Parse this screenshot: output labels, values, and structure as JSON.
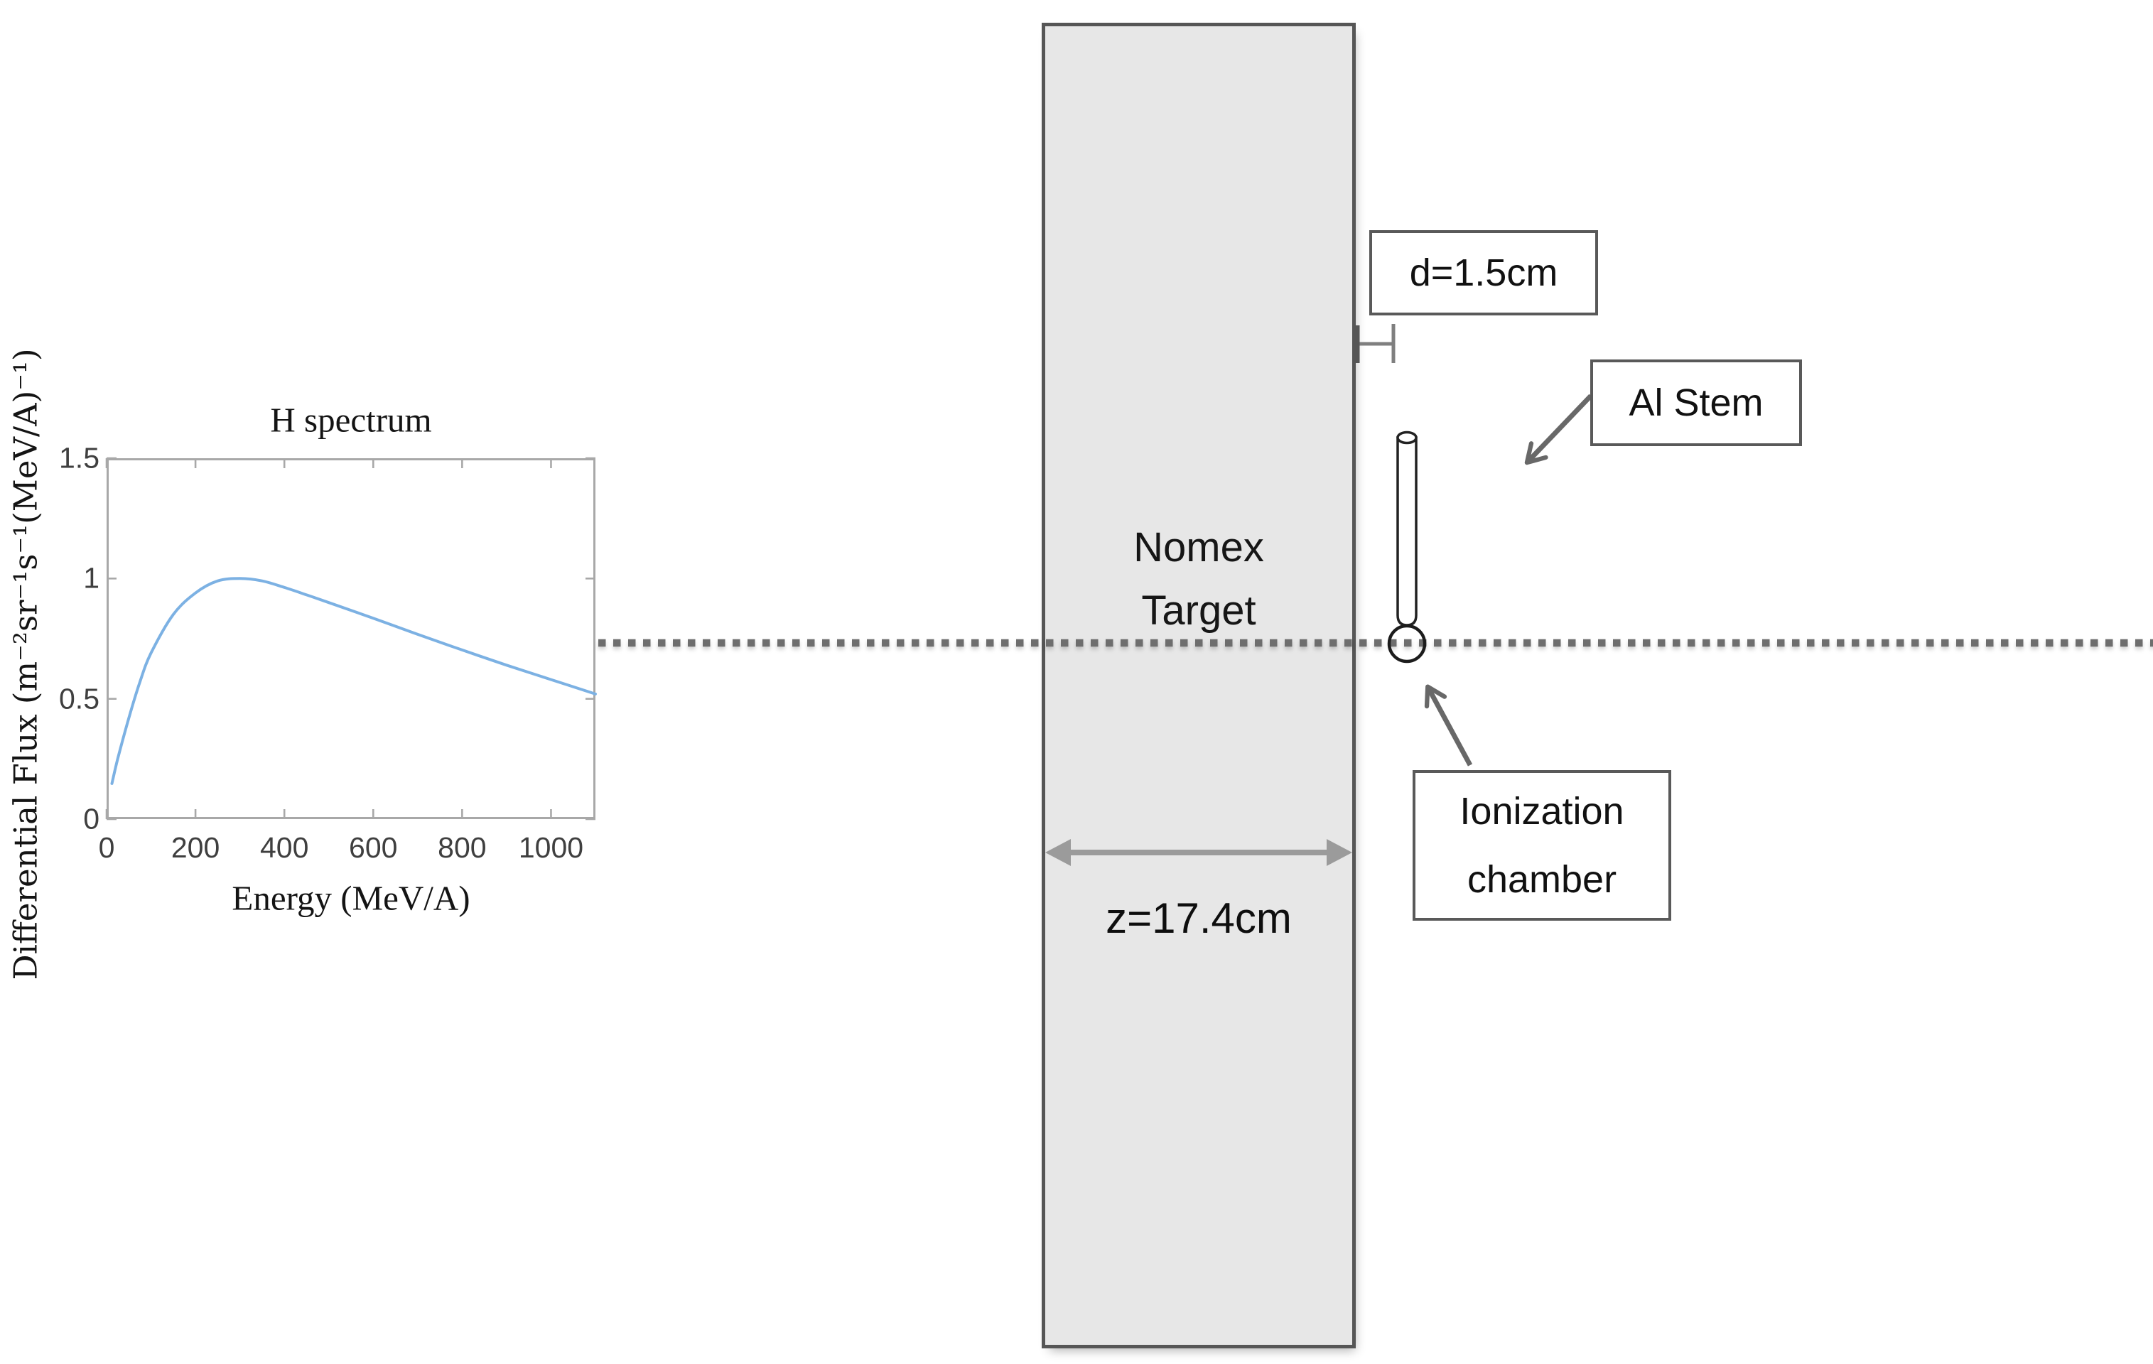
{
  "diagram": {
    "target_label": [
      "Nomex",
      "Target"
    ],
    "thickness_label": "z=17.4cm",
    "distance_label": "d=1.5cm",
    "stem_label": "Al Stem",
    "chamber_label": [
      "Ionization",
      "chamber"
    ],
    "colors": {
      "target_fill": "#e7e7e7",
      "target_border": "#565656",
      "beam": "#6e6e6e",
      "annotation_arrow": "#686868",
      "dimension_arrow": "#9b9b9b",
      "distance_marker": "#7f7f7f",
      "label_box_border": "#595959"
    }
  },
  "chart_data": {
    "type": "line",
    "title": "H spectrum",
    "xlabel": "Energy (MeV/A)",
    "ylabel": "Differential Flux (m⁻²sr⁻¹s⁻¹(MeV/A)⁻¹)",
    "x": [
      12,
      25,
      50,
      75,
      100,
      150,
      200,
      250,
      300,
      350,
      400,
      450,
      500,
      600,
      700,
      800,
      900,
      1000,
      1100
    ],
    "y": [
      0.148,
      0.25,
      0.42,
      0.57,
      0.69,
      0.85,
      0.94,
      0.99,
      1.0,
      0.99,
      0.963,
      0.932,
      0.9,
      0.835,
      0.768,
      0.703,
      0.64,
      0.58,
      0.52
    ],
    "xlim": [
      0,
      1100
    ],
    "ylim": [
      0,
      1.5
    ],
    "xticks": [
      0,
      200,
      400,
      600,
      800,
      1000
    ],
    "yticks": [
      0,
      0.5,
      1,
      1.5
    ],
    "xtick_labels": [
      "0",
      "200",
      "400",
      "600",
      "800",
      "1000"
    ],
    "ytick_labels": [
      "0",
      "0.5",
      "1",
      "1.5"
    ],
    "line_color": "#7cb1e3",
    "grid": false,
    "legend": null
  }
}
